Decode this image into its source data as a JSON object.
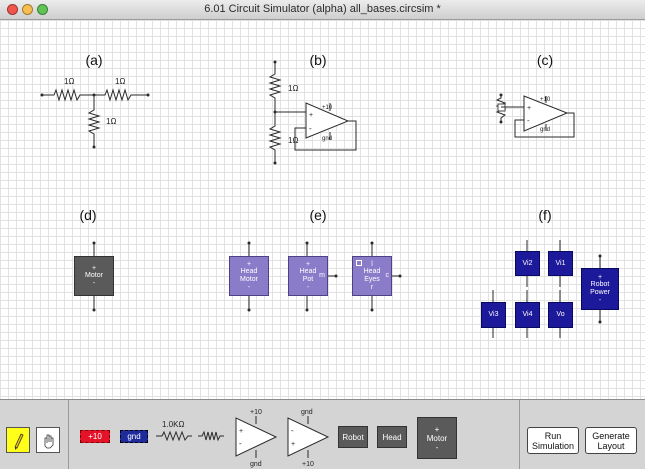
{
  "window": {
    "title": "6.01 Circuit Simulator (alpha) all_bases.circsim *"
  },
  "sections": {
    "a": {
      "label": "(a)",
      "r_left": "1Ω",
      "r_right": "1Ω",
      "r_down": "1Ω"
    },
    "b": {
      "label": "(b)",
      "r_top": "1Ω",
      "r_bottom": "1Ω",
      "opamp_top": "+10",
      "opamp_bottom": "gnd"
    },
    "c": {
      "label": "(c)",
      "opamp_top": "+10",
      "opamp_bottom": "gnd"
    },
    "d": {
      "label": "(d)",
      "motor": "Motor"
    },
    "e": {
      "label": "(e)",
      "head_motor": [
        "Head",
        "Motor"
      ],
      "head_pot": [
        "Head",
        "Pot"
      ],
      "head_pot_side": "m",
      "head_eyes": [
        "Head",
        "Eyes"
      ],
      "head_eyes_side": "c",
      "head_eyes_bottom": "r",
      "head_eyes_top": "l"
    },
    "f": {
      "label": "(f)",
      "vi2": "Vi2",
      "vi1": "Vi1",
      "vi3": "Vi3",
      "vi4": "Vi4",
      "vo": "Vo",
      "robot_power": [
        "Robot",
        "Power"
      ]
    }
  },
  "signs": {
    "plus": "+",
    "minus": "-"
  },
  "toolbar": {
    "pos10": "+10",
    "gnd": "gnd",
    "resistor": "1.0KΩ",
    "opamp1_top": "+10",
    "opamp1_bottom": "gnd",
    "opamp2_top": "gnd",
    "opamp2_bottom": "+10",
    "robot": "Robot",
    "head": "Head",
    "motor": "Motor",
    "run": [
      "Run",
      "Simulation"
    ],
    "layout": [
      "Generate",
      "Layout"
    ]
  },
  "colors": {
    "positive_supply": "#e4132a",
    "ground": "#1f2a9c",
    "motor_part": "#5a5a5a",
    "head_part": "#8b7cc9",
    "robot_part": "#1c1a9a",
    "pencil_tool": "#ffff1a"
  },
  "icons": [
    "close-light",
    "minimize-light",
    "zoom-light",
    "pencil-icon",
    "hand-icon"
  ]
}
